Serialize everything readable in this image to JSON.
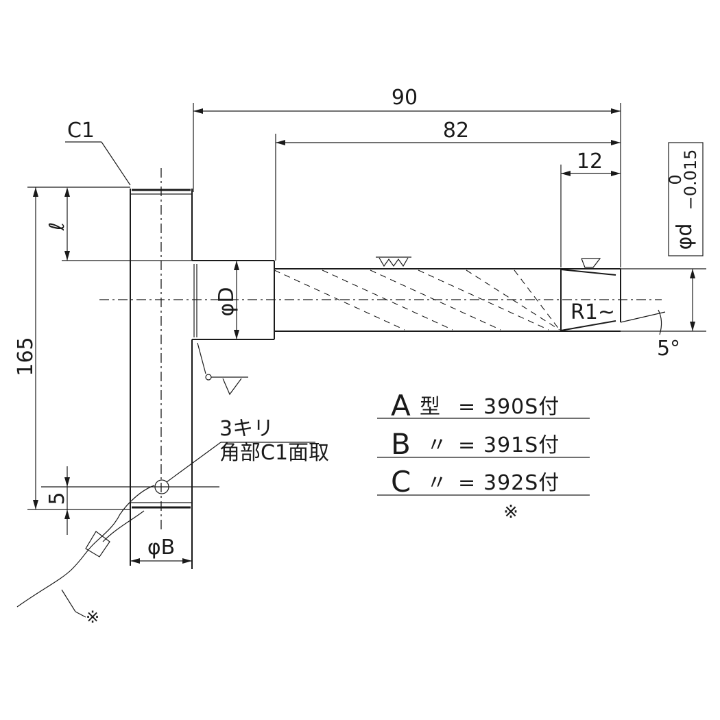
{
  "dimensions": {
    "total_length": "90",
    "shaft_length": "82",
    "taper_length": "12",
    "height": "165",
    "hole_offset": "5",
    "chamfer": "C1",
    "upper_offset": "ℓ",
    "shaft_dia": "φD",
    "base_dia": "φB",
    "tip_dia": "φd",
    "tolerance_upper": "0",
    "tolerance_lower": "−0.015",
    "radius": "R1~",
    "angle": "5°"
  },
  "notes": {
    "hole_line1": "3キリ",
    "hole_line2": "角部C1面取"
  },
  "table": {
    "rows": [
      {
        "letter": "A",
        "type": "型",
        "eq": "=",
        "value": "390S付"
      },
      {
        "letter": "B",
        "type": "〃",
        "eq": "=",
        "value": "391S付"
      },
      {
        "letter": "C",
        "type": "〃",
        "eq": "=",
        "value": "392S付"
      }
    ],
    "footnote": "※"
  },
  "wire_mark": "※"
}
